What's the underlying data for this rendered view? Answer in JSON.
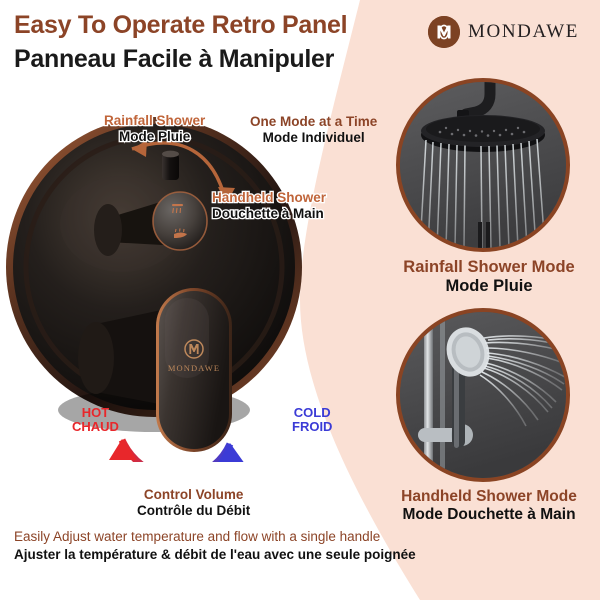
{
  "header": {
    "title_en": "Easy To Operate Retro Panel",
    "title_fr": "Panneau Facile à Manipuler",
    "brand_name": "MONDAWE",
    "brand_mark_icon": "mondawe-m-monogram-icon",
    "title_en_color": "#8c4427",
    "title_fr_color": "#1a1a1a"
  },
  "background": {
    "peach": "#fae0d4",
    "white": "#ffffff"
  },
  "panel": {
    "name": "retro-shower-valve-panel",
    "finish": "oil-rubbed-bronze",
    "finish_color": "#1d1a18",
    "highlight_color": "#8a4a2c",
    "lever_brand_name": "MONDAWE",
    "lever_brand_icon": "mondawe-m-circle-icon",
    "diverter_icons": [
      "rainfall-spray-icon",
      "handheld-spray-icon"
    ]
  },
  "annotations": {
    "rainfall": {
      "line1": "Rainfall Shower",
      "line2": "Mode Pluie",
      "accent": "#c0653a"
    },
    "handheld": {
      "line1": "Handheld Shower",
      "line2": "Douchette à Main",
      "accent": "#c0653a"
    },
    "one_mode": {
      "line1": "One Mode at a Time",
      "line2": "Mode Individuel",
      "accent": "#8c4427"
    },
    "hot": {
      "line1": "HOT",
      "line2": "CHAUD",
      "color": "#e8272b"
    },
    "cold": {
      "line1": "COLD",
      "line2": "FROID",
      "color": "#3b3bd6"
    },
    "volume": {
      "line1": "Control Volume",
      "line2": "Contrôle du Débit"
    }
  },
  "cards": [
    {
      "id": "rainfall",
      "photo_icon": "rainfall-shower-head-photo",
      "caption_en": "Rainfall Shower Mode",
      "caption_fr": "Mode Pluie",
      "ring_color": "#8a4423"
    },
    {
      "id": "handheld",
      "photo_icon": "handheld-shower-wand-photo",
      "caption_en": "Handheld Shower Mode",
      "caption_fr": "Mode Douchette à Main",
      "ring_color": "#8a4423"
    }
  ],
  "footer": {
    "line_en": "Easily Adjust water temperature and flow with a single handle",
    "line_fr": "Ajuster la température & débit de l'eau avec une seule poignée"
  }
}
